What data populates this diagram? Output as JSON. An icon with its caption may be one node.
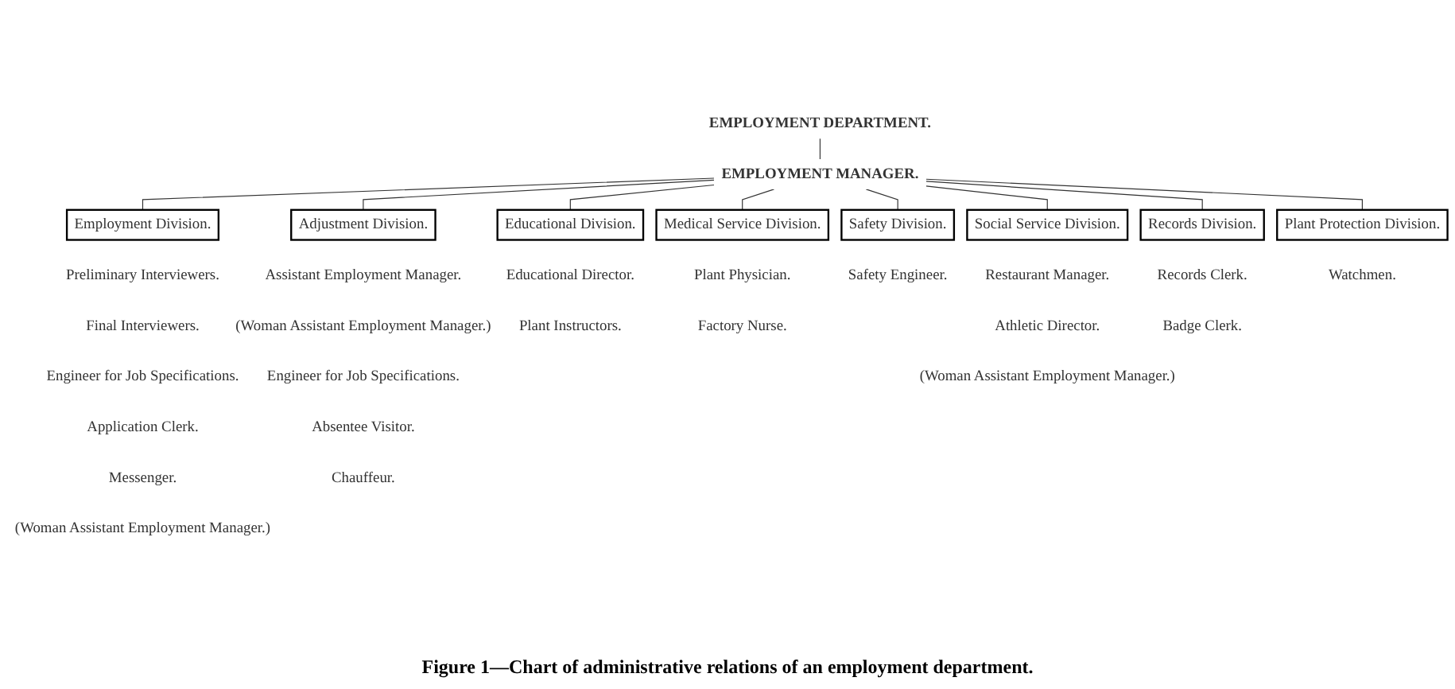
{
  "diagram": {
    "caption": "Figure 1—Chart of administrative relations of an employment department.",
    "nodes": [
      {
        "text": [
          "EMPLOYMENT DEPARTMENT."
        ]
      },
      {
        "text": [
          "EMPLOYMENT MANAGER."
        ]
      },
      {
        "text": [
          "Employment Division."
        ],
        "beside": [
          "Preliminary Interviewers.",
          "Final Interviewers.",
          "Engineer for Job Specifications.",
          "Application Clerk.",
          "Messenger.",
          "(Woman Assistant Employment Manager.)"
        ]
      },
      {
        "text": [
          "Adjustment Division."
        ],
        "beside": [
          "Assistant Employment Manager.",
          "(Woman Assistant Employment Manager.)",
          "Engineer for Job Specifications.",
          "Absentee Visitor.",
          "Chauffeur."
        ]
      },
      {
        "text": [
          "Educational Division."
        ],
        "beside": [
          "Educational Director.",
          "Plant Instructors."
        ]
      },
      {
        "text": [
          "Medical Service Division."
        ],
        "beside": [
          "Plant Physician.",
          "Factory Nurse."
        ]
      },
      {
        "text": [
          "Safety Division."
        ],
        "beside": [
          "Safety Engineer."
        ]
      },
      {
        "text": [
          "Social Service Division."
        ],
        "beside": [
          "Restaurant Manager.",
          "Athletic Director.",
          "(Woman Assistant Employment Manager.)"
        ]
      },
      {
        "text": [
          "Records Division."
        ],
        "beside": [
          "Records Clerk.",
          "Badge Clerk."
        ]
      },
      {
        "text": [
          "Plant Protection Division."
        ],
        "beside": [
          "Watchmen."
        ]
      }
    ],
    "edges": [
      {
        "from": 0,
        "to": 1,
        "arrow": "none"
      },
      {
        "from": 1,
        "to": 2,
        "arrow": "none"
      },
      {
        "from": 1,
        "to": 3,
        "arrow": "none"
      },
      {
        "from": 1,
        "to": 4,
        "arrow": "none"
      },
      {
        "from": 1,
        "to": 5,
        "arrow": "none"
      },
      {
        "from": 1,
        "to": 6,
        "arrow": "none"
      },
      {
        "from": 1,
        "to": 7,
        "arrow": "none"
      },
      {
        "from": 1,
        "to": 8,
        "arrow": "none"
      },
      {
        "from": 1,
        "to": 9,
        "arrow": "none"
      }
    ]
  }
}
